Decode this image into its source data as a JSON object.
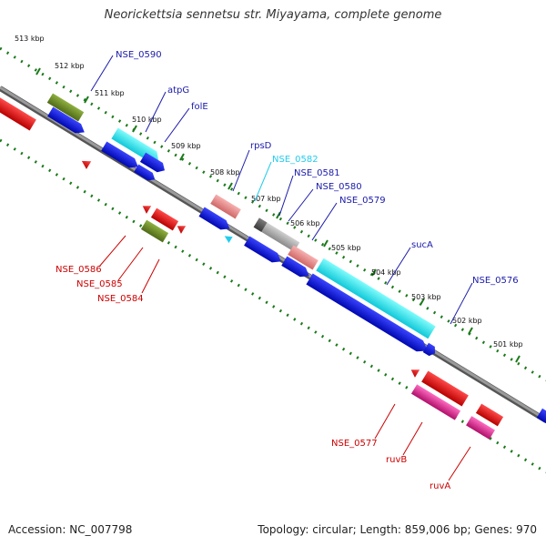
{
  "title": "Neorickettsia sennetsu str. Miyayama, complete genome",
  "footer": {
    "accession": "Accession: NC_007798",
    "topology": "Topology: circular; Length: 859,006 bp; Genes: 970"
  },
  "colors": {
    "background": "#ffffff",
    "backbone": "#808080",
    "tick": "#1a7a1a",
    "blue": "#0a14e6",
    "cyan": "#22f0f0",
    "red": "#ee0000",
    "salmon": "#ee8a8a",
    "olive": "#6b8e23",
    "gray": "#9a9a9a",
    "magenta": "#e2208e",
    "label_blue": "#1a1aaa",
    "label_red": "#cc0000",
    "label_cyan": "#22ccee"
  },
  "kbp_markers": [
    "513 kbp",
    "512 kbp",
    "511 kbp",
    "510 kbp",
    "509 kbp",
    "508 kbp",
    "507 kbp",
    "506 kbp",
    "505 kbp",
    "504 kbp",
    "503 kbp",
    "502 kbp",
    "501 kbp"
  ],
  "gene_labels": {
    "nse_0590": "NSE_0590",
    "atpG": "atpG",
    "folE": "folE",
    "rpsD": "rpsD",
    "nse_0582": "NSE_0582",
    "nse_0581": "NSE_0581",
    "nse_0580": "NSE_0580",
    "nse_0579": "NSE_0579",
    "sucA": "sucA",
    "nse_0576": "NSE_0576",
    "nse_0586": "NSE_0586",
    "nse_0585": "NSE_0585",
    "nse_0584": "NSE_0584",
    "nse_0577": "NSE_0577",
    "ruvB": "ruvB",
    "ruvA": "ruvA"
  }
}
